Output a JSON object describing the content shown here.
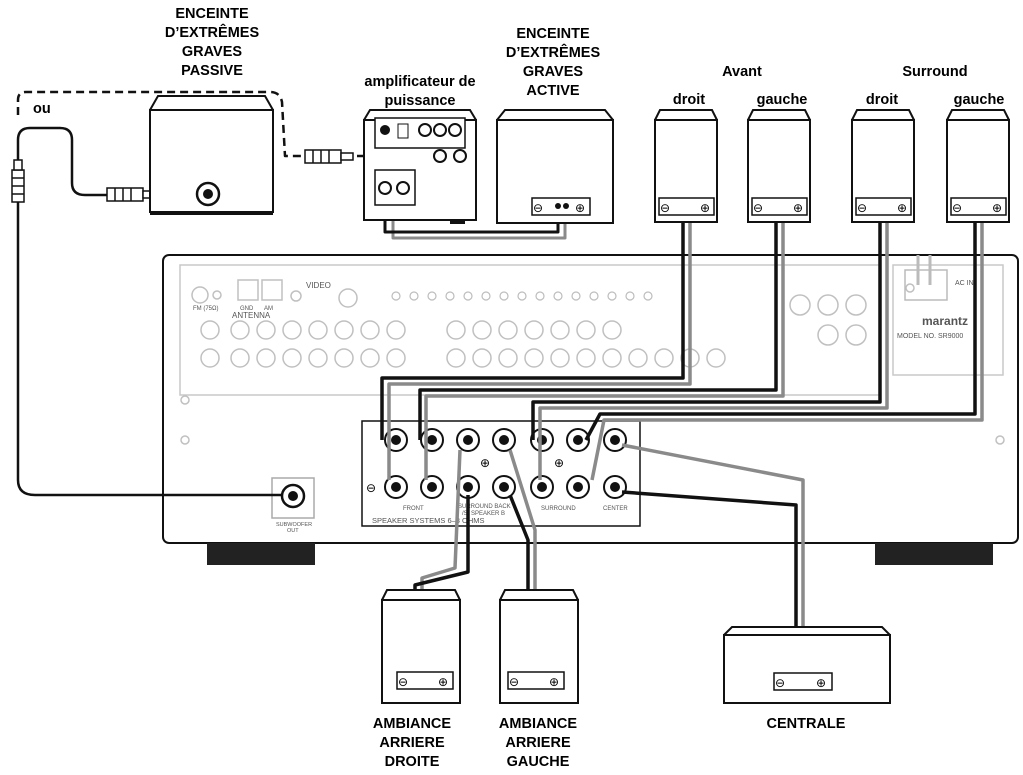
{
  "labels": {
    "passive_sub": [
      "ENCEINTE",
      "D’EXTRÊMES",
      "GRAVES",
      "PASSIVE"
    ],
    "active_sub": [
      "ENCEINTE",
      "D’EXTRÊMES",
      "GRAVES",
      "ACTIVE"
    ],
    "power_amp": [
      "amplificateur de",
      "puissance"
    ],
    "or": "ou",
    "front_group": "Avant",
    "surround_group": "Surround",
    "front_right": "droit",
    "front_left": "gauche",
    "surround_right": "droit",
    "surround_left": "gauche",
    "back_right": [
      "AMBIANCE",
      "ARRIERE",
      "DROITE"
    ],
    "back_left": [
      "AMBIANCE",
      "ARRIERE",
      "GAUCHE"
    ],
    "center": "CENTRALE"
  },
  "terminals": {
    "front": "FRONT",
    "surround_back": [
      "SURROUND BACK",
      "/S. SPEAKER B"
    ],
    "surround": "SURROUND",
    "center": "CENTER",
    "system": "SPEAKER SYSTEMS 6–8 OHMS",
    "subwoofer_out": [
      "SUBWOOFER",
      "OUT"
    ]
  },
  "panel": {
    "antenna": "ANTENNA",
    "fm": "FM (75Ω)",
    "gnd": "GND",
    "am": "AM",
    "video": "VIDEO",
    "brand": "marantz",
    "model": "MODEL NO. SR9000",
    "ac": "AC IN"
  },
  "colors": {
    "line": "#111111",
    "wire_gray": "#8a8a8a",
    "panel_line": "#b5b5b5"
  }
}
